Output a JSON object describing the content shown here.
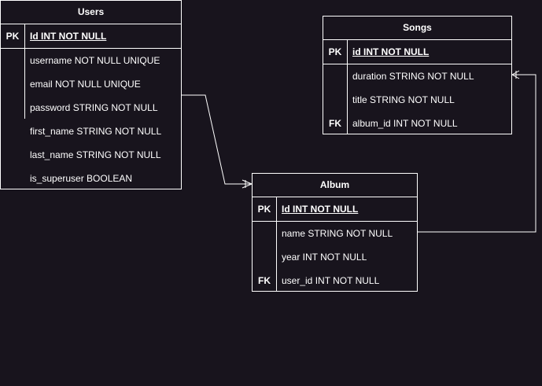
{
  "entities": {
    "users": {
      "title": "Users",
      "pk": {
        "key": "PK",
        "field": "Id INT NOT NULL"
      },
      "fields": [
        {
          "key": "",
          "field": "username NOT NULL UNIQUE"
        },
        {
          "key": "",
          "field": "email NOT NULL UNIQUE"
        },
        {
          "key": "",
          "field": "password STRING NOT NULL"
        },
        {
          "key": "",
          "field": "first_name STRING NOT NULL"
        },
        {
          "key": "",
          "field": "last_name STRING NOT NULL"
        },
        {
          "key": "",
          "field": "is_superuser BOOLEAN"
        }
      ]
    },
    "songs": {
      "title": "Songs",
      "pk": {
        "key": "PK",
        "field": "id INT NOT NULL"
      },
      "fields": [
        {
          "key": "",
          "field": "duration STRING NOT NULL"
        },
        {
          "key": "",
          "field": "title STRING NOT NULL"
        },
        {
          "key": "FK",
          "field": "album_id INT NOT NULL"
        }
      ]
    },
    "album": {
      "title": "Album",
      "pk": {
        "key": "PK",
        "field": "Id INT NOT NULL"
      },
      "fields": [
        {
          "key": "",
          "field": "name STRING NOT NULL"
        },
        {
          "key": "",
          "field": "year INT NOT NULL"
        },
        {
          "key": "FK",
          "field": "user_id INT NOT NULL"
        }
      ]
    }
  },
  "colors": {
    "background": "#18141d",
    "stroke": "#ffffff"
  }
}
